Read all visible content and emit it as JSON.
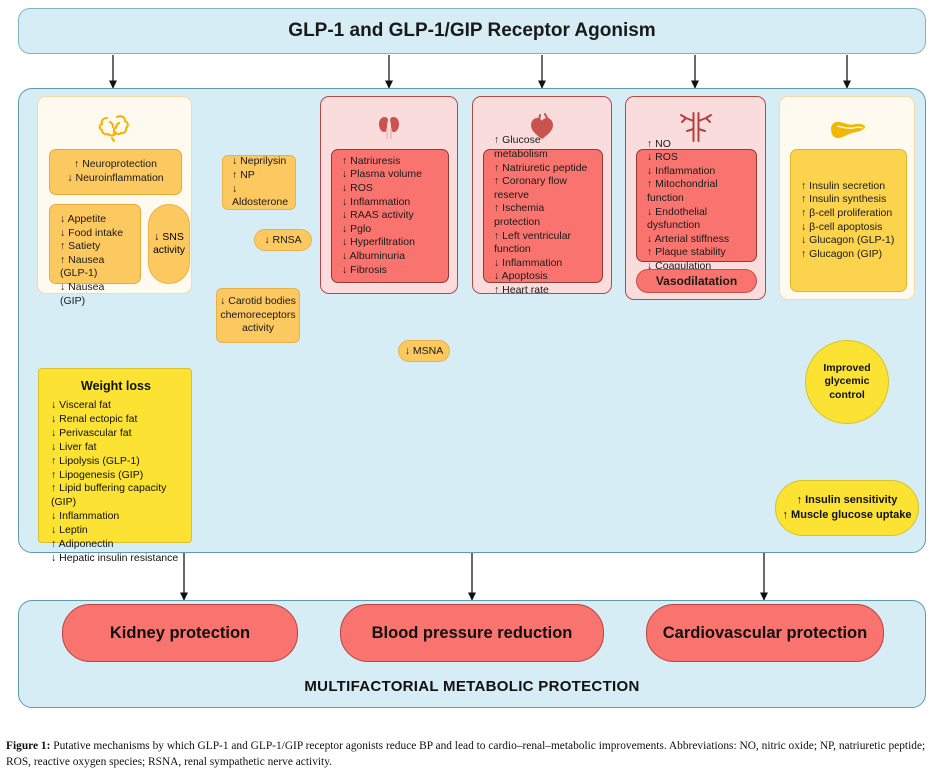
{
  "header": {
    "title": "GLP-1 and GLP-1/GIP Receptor Agonism"
  },
  "panels": {
    "brain": {
      "icon": "brain-icon",
      "neuro_box": "↑ Neuroprotection\n↓ Neuroinflammation",
      "appetite_box": "↓ Appetite\n↓ Food intake\n↑ Satiety\n↑ Nausea (GLP-1)\n↓ Nausea (GIP)",
      "sns": "↓ SNS\nactivity"
    },
    "kidney": {
      "icon": "kidneys-icon",
      "items": "↑ Natriuresis\n↓ Plasma volume\n↓ ROS\n↓ Inflammation\n↓ RAAS activity\n↓ Pglo\n↓ Hyperfiltration\n↓ Albuminuria\n↓ Fibrosis"
    },
    "heart": {
      "icon": "heart-icon",
      "items": "↑ Glucose metabolism\n↑ Natriuretic peptide\n↑ Coronary flow reserve\n↑ Ischemia protection\n↑ Left ventricular function\n↓ Inflammation\n↓ Apoptosis\n↑ Heart rate"
    },
    "vessel": {
      "icon": "blood-vessel-icon",
      "items": "↑ NO\n↓ ROS\n↓ Inflammation\n↑ Mitochondrial function\n↓ Endothelial dysfunction\n↓ Arterial stiffness\n↑ Plaque stability\n↓ Coagulation",
      "vasodilatation": "Vasodilatation"
    },
    "pancreas": {
      "icon": "pancreas-icon",
      "items": "↑ Insulin secretion\n↑ Insulin synthesis\n↑ β-cell proliferation\n↓ β-cell apoptosis\n↓ Glucagon (GLP-1)\n↑ Glucagon (GIP)"
    }
  },
  "mediators": {
    "neprilysin": "↓ Neprilysin\n↑ NP\n↓ Aldosterone",
    "rnsa": "↓ RNSA",
    "carotid": "↓ Carotid bodies\nchemoreceptors\nactivity",
    "msna": "↓ MSNA"
  },
  "weight_loss": {
    "title": "Weight loss",
    "items": "↓ Visceral fat\n↓ Renal ectopic fat\n↓ Perivascular fat\n↓ Liver fat\n↑ Lipolysis (GLP-1)\n↑ Lipogenesis (GIP)\n↑ Lipid buffering capacity (GIP)\n↓ Inflammation\n↓ Leptin\n↑ Adiponectin\n↓ Hepatic insulin resistance"
  },
  "metabolic": {
    "glycemic": "Improved\nglycemic\ncontrol",
    "insulin": "↑ Insulin sensitivity\n↑ Muscle glucose uptake"
  },
  "outcomes": {
    "kidney": "Kidney protection",
    "bp": "Blood pressure reduction",
    "cv": "Cardiovascular protection",
    "footer": "MULTIFACTORIAL METABOLIC PROTECTION"
  },
  "caption": {
    "label": "Figure 1:",
    "text": " Putative mechanisms by which GLP-1 and GLP-1/GIP receptor agonists reduce BP and lead to cardio–renal–metabolic improvements. Abbreviations: NO, nitric oxide; NP, natriuretic peptide; ROS, reactive oxygen species; RSNA, renal sympathetic nerve activity."
  },
  "colors": {
    "page_blue": "#d6edf5",
    "red_fill": "#f9746e",
    "red_panel": "#fadcdc",
    "orange": "#fcc860",
    "yellow": "#fbe233",
    "cream": "#fffaf0"
  }
}
